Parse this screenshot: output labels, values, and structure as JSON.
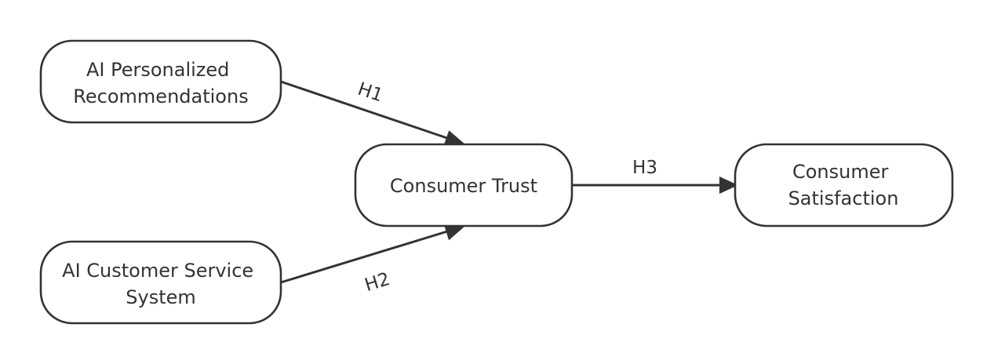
{
  "nodes": {
    "ai_personalized": {
      "line1": "AI Personalized",
      "line2": "Recommendations"
    },
    "ai_customer_service": {
      "line1": "AI Customer Service",
      "line2": "System"
    },
    "consumer_trust": {
      "label": "Consumer Trust"
    },
    "consumer_satisfaction": {
      "line1": "Consumer",
      "line2": "Satisfaction"
    }
  },
  "edges": {
    "h1": {
      "label": "H1",
      "from": "AI Personalized Recommendations",
      "to": "Consumer Trust"
    },
    "h2": {
      "label": "H2",
      "from": "AI Customer Service System",
      "to": "Consumer Trust"
    },
    "h3": {
      "label": "H3",
      "from": "Consumer Trust",
      "to": "Consumer Satisfaction"
    }
  },
  "colors": {
    "stroke": "#333333",
    "background": "#ffffff"
  }
}
